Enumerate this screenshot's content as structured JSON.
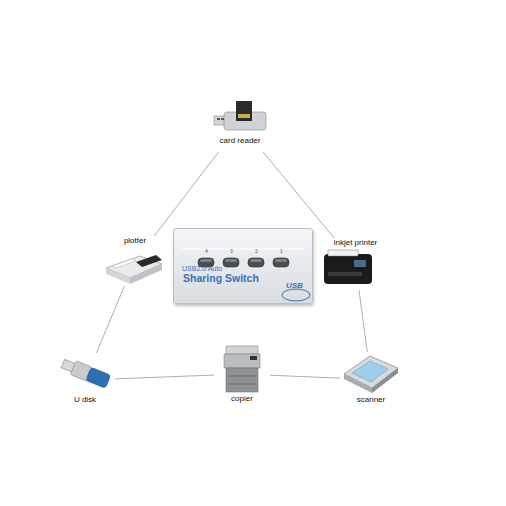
{
  "diagram": {
    "nodes": [
      {
        "text": [
          "card reader"
        ]
      },
      {
        "text": [
          "plotter"
        ]
      },
      {
        "text": [
          "USB2.0 Auto",
          "Sharing Switch",
          "USB"
        ]
      },
      {
        "text": [
          "inkjet printer"
        ]
      },
      {
        "text": [
          "U disk"
        ]
      },
      {
        "text": [
          "copier"
        ]
      },
      {
        "text": [
          "scanner"
        ]
      }
    ],
    "edges": [
      {
        "from": 0,
        "to": 1,
        "arrow": "none"
      },
      {
        "from": 0,
        "to": 3,
        "arrow": "none"
      },
      {
        "from": 1,
        "to": 4,
        "arrow": "none"
      },
      {
        "from": 4,
        "to": 5,
        "arrow": "none"
      },
      {
        "from": 5,
        "to": 6,
        "arrow": "none"
      },
      {
        "from": 6,
        "to": 3,
        "arrow": "none"
      }
    ],
    "labels": [
      "1",
      "2",
      "3",
      "4"
    ]
  }
}
